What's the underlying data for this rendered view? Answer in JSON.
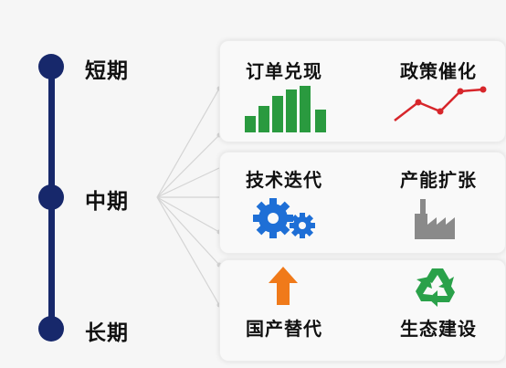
{
  "timeline": {
    "stages": [
      {
        "label": "短期"
      },
      {
        "label": "中期"
      },
      {
        "label": "长期"
      }
    ]
  },
  "cards": [
    {
      "left": {
        "title": "订单兑现",
        "icon": "bar-chart-icon"
      },
      "right": {
        "title": "政策催化",
        "icon": "line-chart-icon"
      }
    },
    {
      "left": {
        "title": "技术迭代",
        "icon": "gears-icon"
      },
      "right": {
        "title": "产能扩张",
        "icon": "factory-icon"
      }
    },
    {
      "left": {
        "title": "国产替代",
        "icon": "up-arrow-icon"
      },
      "right": {
        "title": "生态建设",
        "icon": "recycle-icon"
      }
    }
  ],
  "colors": {
    "timeline": "#17286b",
    "bars": "#2a9a3f",
    "line": "#d7262b",
    "gears": "#1e6fd6",
    "factory": "#8a8a8a",
    "arrow": "#f07a1a",
    "recycle": "#2aa14a"
  }
}
